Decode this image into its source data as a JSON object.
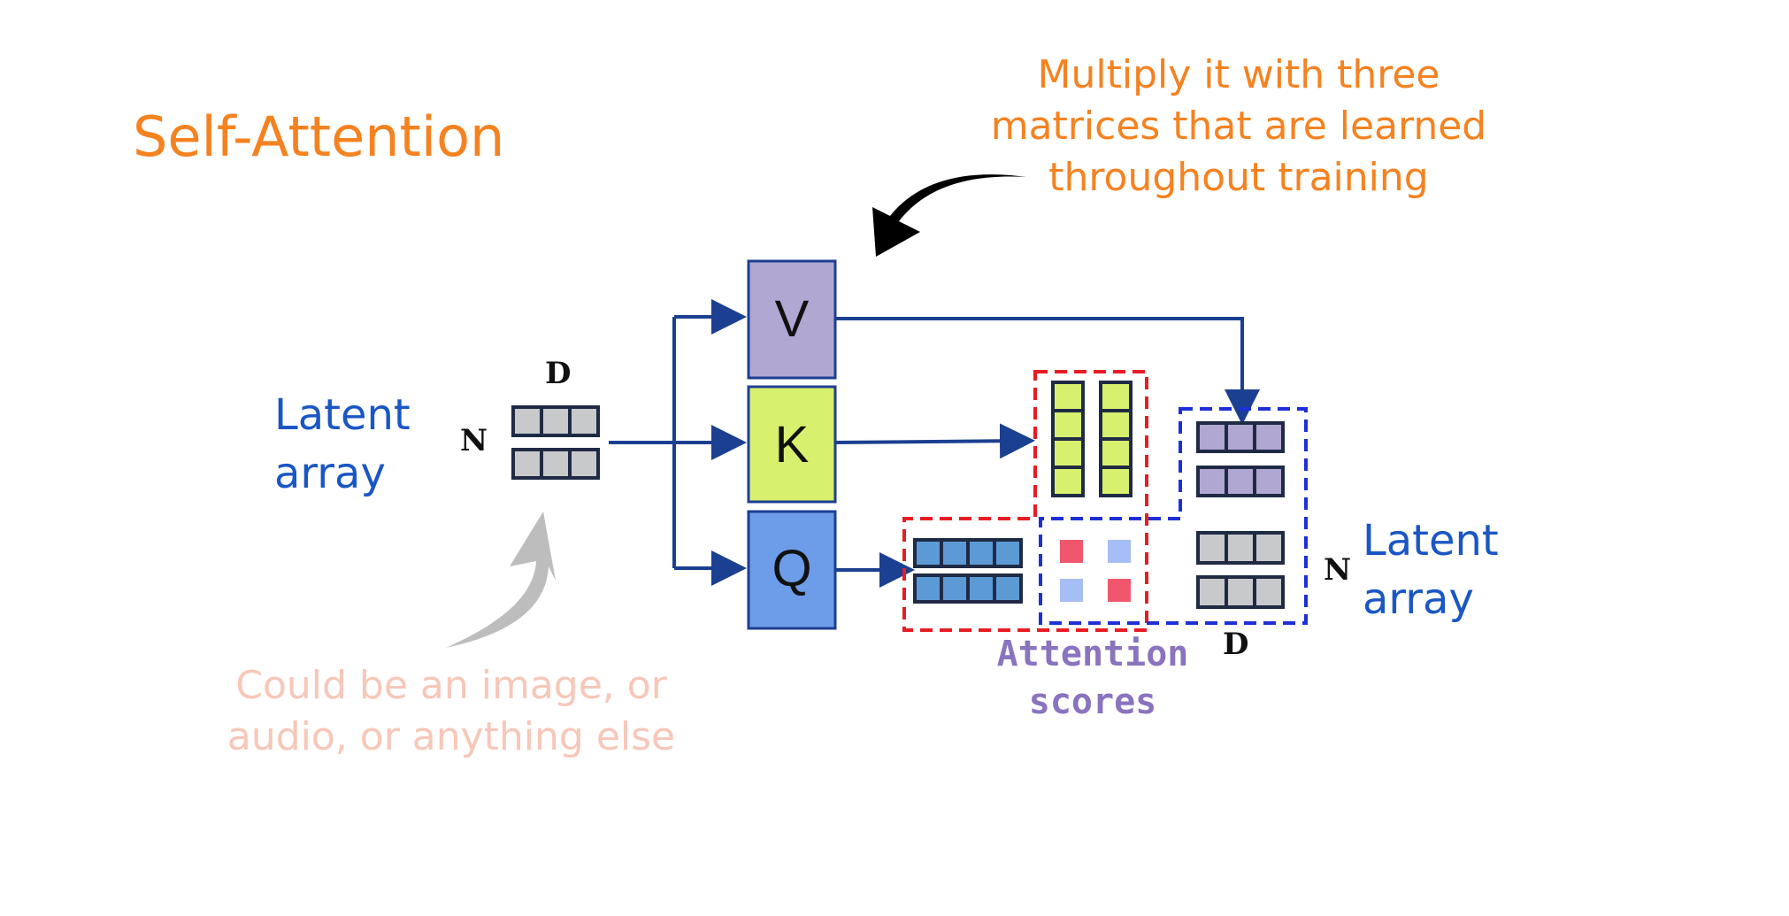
{
  "title": "Self-Attention",
  "annotations": {
    "top_note": [
      "Multiply it with three",
      "matrices that are learned",
      "throughout training"
    ],
    "bottom_note": [
      "Could be an image, or",
      "audio, or anything else"
    ],
    "attention_scores": [
      "Attention",
      "scores"
    ]
  },
  "latent_left": {
    "line1": "Latent",
    "line2": "array"
  },
  "latent_right": {
    "line1": "Latent",
    "line2": "array"
  },
  "dims": {
    "d_left": "D",
    "n_left": "N",
    "n_right": "N",
    "d_right": "D"
  },
  "matrices": {
    "v": "V",
    "k": "K",
    "q": "Q"
  },
  "colors": {
    "title": "#f58220",
    "top_note": "#f58220",
    "bottom_note": "#f7c7b8",
    "latent_label": "#1a56c4",
    "attention_label": "#8a73bf",
    "v_fill": "#b1a7d3",
    "k_fill": "#d7f06e",
    "q_fill": "#6d9ce8",
    "arrow": "#1b3f91",
    "gray_cell": "#c7c9cb",
    "green_cell": "#d7f06e",
    "blue_cell": "#5c9ad6",
    "purple_cell": "#b1a7d3",
    "red_box": "#e81c24",
    "blue_box": "#1d2fd6",
    "score_red": "#f0576c",
    "score_blue": "#a7bdf5"
  }
}
